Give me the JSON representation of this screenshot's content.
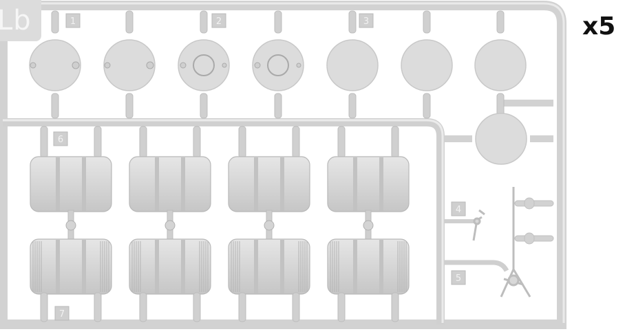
{
  "sprue": {
    "label": "Lb",
    "quantity": "x5",
    "part_numbers": [
      "1",
      "2",
      "3",
      "4",
      "5",
      "6",
      "7"
    ]
  },
  "colors": {
    "plastic": "#dcdcdc",
    "plastic_shade": "#c4c4c4",
    "plastic_light": "#ececec",
    "number_tab": "#cfcfcf",
    "background": "#ffffff"
  }
}
